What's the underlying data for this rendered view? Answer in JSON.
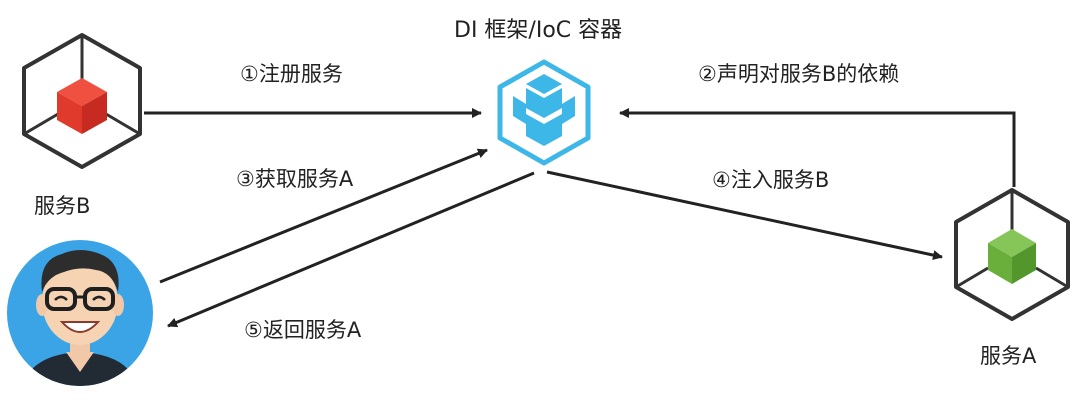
{
  "title": "DI 框架/IoC 容器",
  "nodes": {
    "service_b": {
      "label": "服务B",
      "accent": "#e5392c"
    },
    "service_a": {
      "label": "服务A",
      "accent": "#6aaf3c"
    },
    "container": {
      "accent": "#3db6e8"
    }
  },
  "arrows": {
    "register": "①注册服务",
    "declare": "②声明对服务B的依赖",
    "get": "③获取服务A",
    "inject": "④注入服务B",
    "return": "⑤返回服务A"
  }
}
